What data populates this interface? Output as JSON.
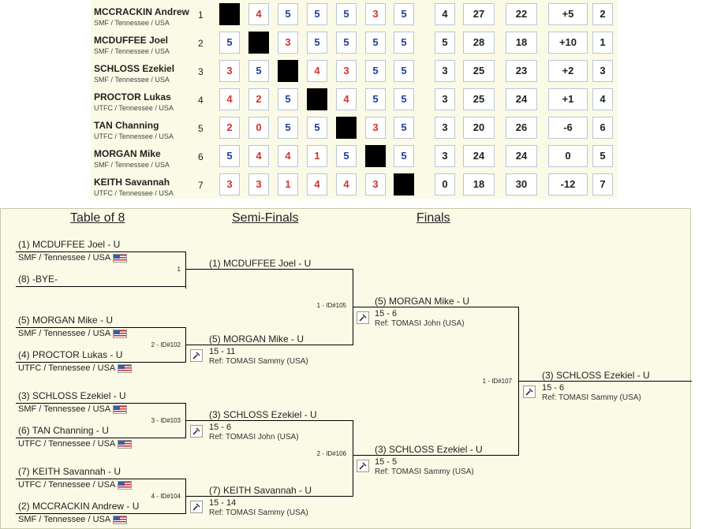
{
  "pool": {
    "rows": [
      {
        "name": "MCCRACKIN Andrew",
        "club": "SMF / Tennessee / USA",
        "num": "1",
        "scores": [
          "",
          "4",
          "5",
          "5",
          "5",
          "3",
          "5"
        ],
        "stats": [
          "4",
          "27",
          "22",
          "+5",
          "2"
        ]
      },
      {
        "name": "MCDUFFEE Joel",
        "club": "SMF / Tennessee / USA",
        "num": "2",
        "scores": [
          "5",
          "",
          "3",
          "5",
          "5",
          "5",
          "5"
        ],
        "stats": [
          "5",
          "28",
          "18",
          "+10",
          "1"
        ]
      },
      {
        "name": "SCHLOSS Ezekiel",
        "club": "SMF / Tennessee / USA",
        "num": "3",
        "scores": [
          "3",
          "5",
          "",
          "4",
          "3",
          "5",
          "5"
        ],
        "stats": [
          "3",
          "25",
          "23",
          "+2",
          "3"
        ]
      },
      {
        "name": "PROCTOR Lukas",
        "club": "UTFC / Tennessee / USA",
        "num": "4",
        "scores": [
          "4",
          "2",
          "5",
          "",
          "4",
          "5",
          "5"
        ],
        "stats": [
          "3",
          "25",
          "24",
          "+1",
          "4"
        ]
      },
      {
        "name": "TAN Channing",
        "club": "UTFC / Tennessee / USA",
        "num": "5",
        "scores": [
          "2",
          "0",
          "5",
          "5",
          "",
          "3",
          "5"
        ],
        "stats": [
          "3",
          "20",
          "26",
          "-6",
          "6"
        ]
      },
      {
        "name": "MORGAN Mike",
        "club": "SMF / Tennessee / USA",
        "num": "6",
        "scores": [
          "5",
          "4",
          "4",
          "1",
          "5",
          "",
          "5"
        ],
        "stats": [
          "3",
          "24",
          "24",
          "0",
          "5"
        ]
      },
      {
        "name": "KEITH Savannah",
        "club": "UTFC / Tennessee / USA",
        "num": "7",
        "scores": [
          "3",
          "3",
          "1",
          "4",
          "4",
          "3",
          ""
        ],
        "stats": [
          "0",
          "18",
          "30",
          "-12",
          "7"
        ]
      }
    ]
  },
  "bracket": {
    "headers": {
      "r1": "Table of 8",
      "r2": "Semi-Finals",
      "r3": "Finals"
    },
    "r1": [
      {
        "name": "(1) MCDUFFEE Joel - U",
        "club": "SMF / Tennessee / USA"
      },
      {
        "name": "(8) -BYE-",
        "club": ""
      },
      {
        "name": "(5) MORGAN Mike - U",
        "club": "SMF / Tennessee / USA"
      },
      {
        "name": "(4) PROCTOR Lukas - U",
        "club": "UTFC / Tennessee / USA"
      },
      {
        "name": "(3) SCHLOSS Ezekiel - U",
        "club": "SMF / Tennessee / USA"
      },
      {
        "name": "(6) TAN Channing - U",
        "club": "UTFC / Tennessee / USA"
      },
      {
        "name": "(7) KEITH Savannah - U",
        "club": "UTFC / Tennessee / USA"
      },
      {
        "name": "(2) MCCRACKIN Andrew - U",
        "club": "SMF / Tennessee / USA"
      }
    ],
    "r1_bouts": [
      "1",
      "2 - ID#102",
      "3 - ID#103",
      "4 - ID#104"
    ],
    "r2": [
      {
        "name": "(1) MCDUFFEE Joel - U",
        "score": "",
        "ref": ""
      },
      {
        "name": "(5) MORGAN Mike - U",
        "score": "15 - 11",
        "ref": "Ref: TOMASI Sammy (USA)"
      },
      {
        "name": "(3) SCHLOSS Ezekiel - U",
        "score": "15 - 6",
        "ref": "Ref: TOMASI John (USA)"
      },
      {
        "name": "(7) KEITH Savannah - U",
        "score": "15 - 14",
        "ref": "Ref: TOMASI Sammy (USA)"
      }
    ],
    "r2_bouts": [
      "1 - ID#105",
      "2 - ID#106"
    ],
    "r3": [
      {
        "name": "(5) MORGAN Mike - U",
        "score": "15 - 6",
        "ref": "Ref: TOMASI John (USA)"
      },
      {
        "name": "(3) SCHLOSS Ezekiel - U",
        "score": "15 - 5",
        "ref": "Ref: TOMASI Sammy (USA)"
      }
    ],
    "r3_bout": "1 - ID#107",
    "winner": {
      "name": "(3) SCHLOSS Ezekiel - U",
      "score": "15 - 6",
      "ref": "Ref: TOMASI Sammy (USA)"
    }
  }
}
